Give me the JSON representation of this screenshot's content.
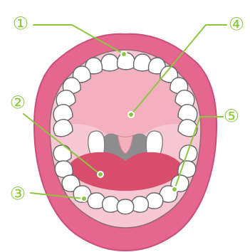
{
  "callouts": [
    {
      "id": "1",
      "label": "①"
    },
    {
      "id": "2",
      "label": "②"
    },
    {
      "id": "3",
      "label": "③"
    },
    {
      "id": "4",
      "label": "④"
    },
    {
      "id": "5",
      "label": "⑤"
    }
  ],
  "colors": {
    "lip": "#e5668f",
    "lip_outline": "#c94f79",
    "mouth_inner": "#f7c7d3",
    "palate": "#f3b0be",
    "throat": "#8d8d8d",
    "tongue": "#d84d6b",
    "tooth": "#ffffff",
    "tooth_outline": "#666666",
    "callout": "#8cc63f",
    "callout_text": "#8cc63f"
  },
  "icons": {
    "diagram": "open-mouth-icon"
  }
}
